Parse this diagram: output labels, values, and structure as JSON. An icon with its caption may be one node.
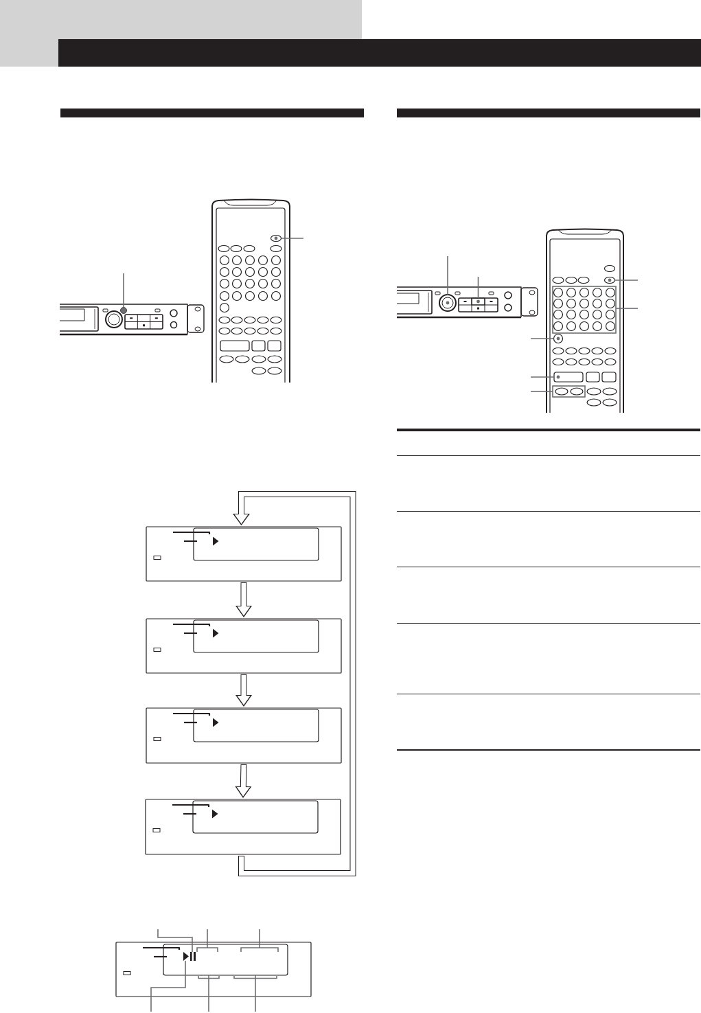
{
  "diagram": {
    "nodes": [
      {
        "text": [],
        "shape": "bar"
      },
      {
        "text": [],
        "shape": "picture"
      },
      {
        "text": [],
        "shape": "circle",
        "in": 1
      },
      {
        "text": [],
        "shape": "picture"
      },
      {
        "text": [],
        "shape": "ellipse",
        "in": 3
      },
      {
        "text": [],
        "shape": "picture"
      },
      {
        "text": [],
        "shape": "picture"
      },
      {
        "text": [],
        "shape": "picture"
      },
      {
        "text": [],
        "shape": "picture"
      },
      {
        "text": [],
        "shape": "picture"
      },
      {
        "text": [],
        "shape": "box",
        "in": 9
      },
      {
        "text": [],
        "shape": "picture",
        "in": 10
      },
      {
        "text": [],
        "shape": "picture"
      },
      {
        "text": [],
        "shape": "circle",
        "in": 12
      },
      {
        "text": [],
        "shape": "box",
        "in": 12
      },
      {
        "text": [],
        "shape": "picture"
      },
      {
        "text": [],
        "shape": "ellipse",
        "in": 15
      },
      {
        "text": [],
        "shape": "box",
        "in": 15
      },
      {
        "text": [],
        "shape": "circle",
        "in": 15
      },
      {
        "text": [],
        "shape": "box",
        "in": 15
      },
      {
        "text": [],
        "shape": "box",
        "in": 15
      }
    ],
    "edges": [
      {
        "from": null,
        "to": 2,
        "arrow": "none"
      },
      {
        "from": null,
        "to": 4,
        "arrow": "none"
      },
      {
        "from": 5,
        "to": 6,
        "arrow": "to",
        "style": "thick",
        "color": "#231f20"
      },
      {
        "from": 6,
        "to": 7,
        "arrow": "to",
        "style": "thick",
        "color": "#231f20"
      },
      {
        "from": 7,
        "to": 8,
        "arrow": "to",
        "style": "thick",
        "color": "#231f20"
      },
      {
        "from": 8,
        "to": 5,
        "arrow": "to",
        "style": "thick",
        "color": "#231f20"
      },
      {
        "from": null,
        "to": 11,
        "arrow": "none"
      },
      {
        "from": null,
        "to": 10,
        "arrow": "other"
      },
      {
        "from": null,
        "to": 10,
        "arrow": "other"
      },
      {
        "from": null,
        "to": 11,
        "arrow": "none"
      },
      {
        "from": null,
        "to": 10,
        "arrow": "other"
      },
      {
        "from": null,
        "to": 10,
        "arrow": "other"
      },
      {
        "from": null,
        "to": 13,
        "arrow": "none"
      },
      {
        "from": null,
        "to": 14,
        "arrow": "none"
      },
      {
        "from": null,
        "to": 16,
        "arrow": "none"
      },
      {
        "from": null,
        "to": 17,
        "arrow": "none"
      },
      {
        "from": null,
        "to": 18,
        "arrow": "none"
      },
      {
        "from": null,
        "to": 19,
        "arrow": "none"
      },
      {
        "from": null,
        "to": 20,
        "arrow": "none"
      }
    ]
  }
}
